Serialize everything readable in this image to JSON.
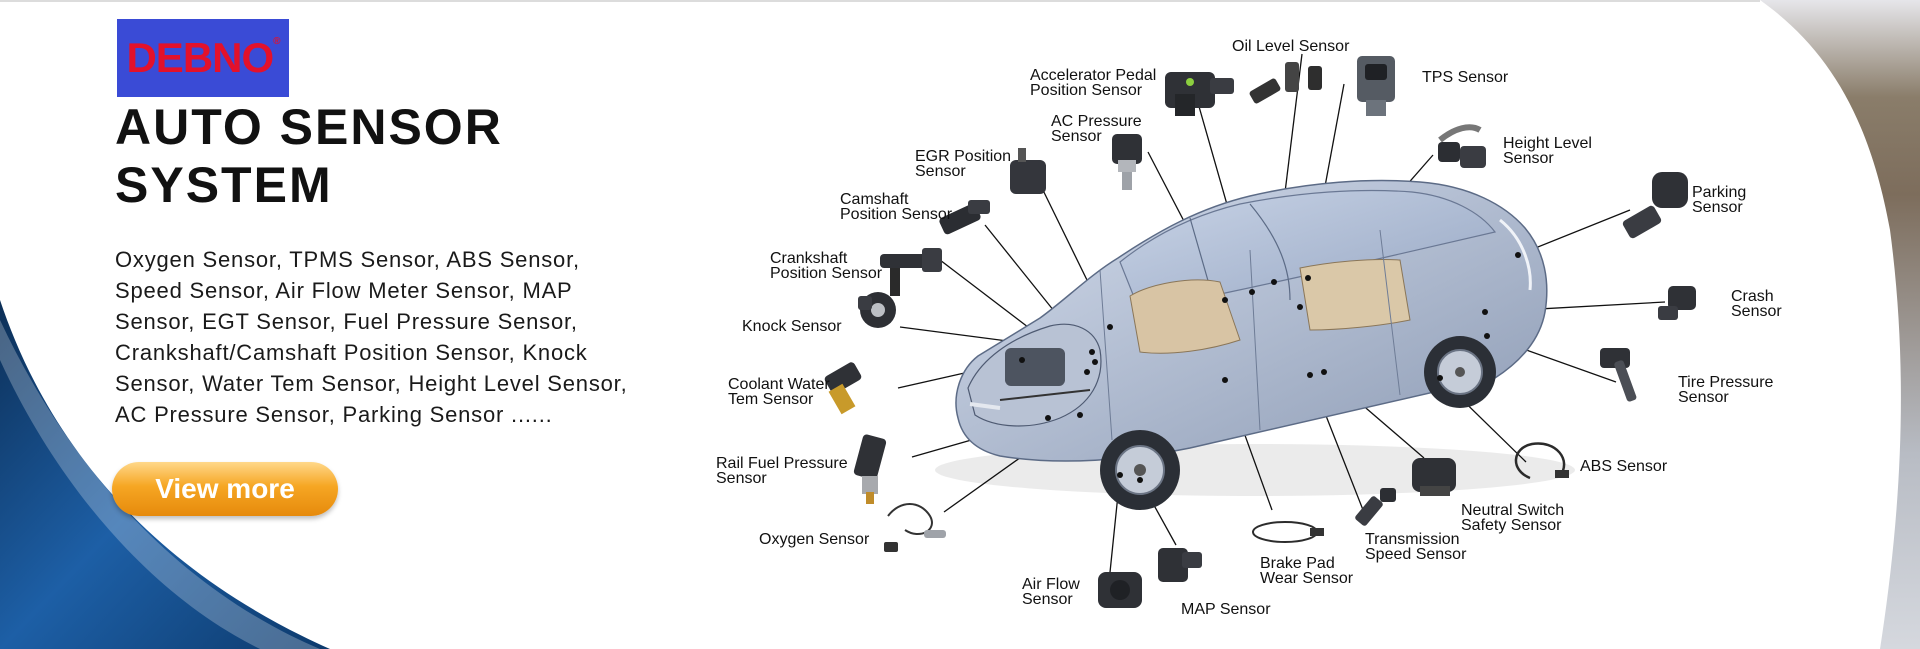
{
  "brand": {
    "logo_text": "DEBNO",
    "registered_mark": "®",
    "accent_color": "#3a4bd6",
    "logo_text_color": "#e3112b"
  },
  "hero": {
    "title_line1": "AUTO SENSOR",
    "title_line2": "SYSTEM",
    "description": "Oxygen Sensor, TPMS Sensor, ABS Sensor, Speed Sensor, Air Flow Meter Sensor, MAP Sensor, EGT Sensor, Fuel Pressure Sensor, Crankshaft/Camshaft Position Sensor, Knock Sensor, Water Tem Sensor, Height Level Sensor, AC Pressure Sensor, Parking Sensor ......",
    "cta_label": "View more",
    "cta_color": "#f6a623"
  },
  "diagram": {
    "labels": {
      "oil_level": [
        "Oil Level Sensor"
      ],
      "accelerator_pedal": [
        "Accelerator Pedal",
        "Position Sensor"
      ],
      "tps": [
        "TPS Sensor"
      ],
      "ac_pressure": [
        "AC Pressure",
        "Sensor"
      ],
      "height_level": [
        "Height Level",
        "Sensor"
      ],
      "egr_position": [
        "EGR Position",
        "Sensor"
      ],
      "camshaft": [
        "Camshaft",
        "Position Sensor"
      ],
      "parking": [
        "Parking",
        "Sensor"
      ],
      "crankshaft": [
        "Crankshaft",
        "Position Sensor"
      ],
      "crash": [
        "Crash",
        "Sensor"
      ],
      "knock": [
        "Knock Sensor"
      ],
      "tire_pressure": [
        "Tire Pressure",
        "Sensor"
      ],
      "coolant_water": [
        "Coolant Water",
        "Tem Sensor"
      ],
      "abs": [
        "ABS Sensor"
      ],
      "rail_fuel_pressure": [
        "Rail Fuel Pressure",
        "Sensor"
      ],
      "neutral_switch": [
        "Neutral Switch",
        "Safety Sensor"
      ],
      "oxygen": [
        "Oxygen Sensor"
      ],
      "transmission_speed": [
        "Transmission",
        "Speed Sensor"
      ],
      "brake_pad": [
        "Brake Pad",
        "Wear Sensor"
      ],
      "air_flow": [
        "Air Flow",
        "Sensor"
      ],
      "map": [
        "MAP Sensor"
      ]
    }
  }
}
